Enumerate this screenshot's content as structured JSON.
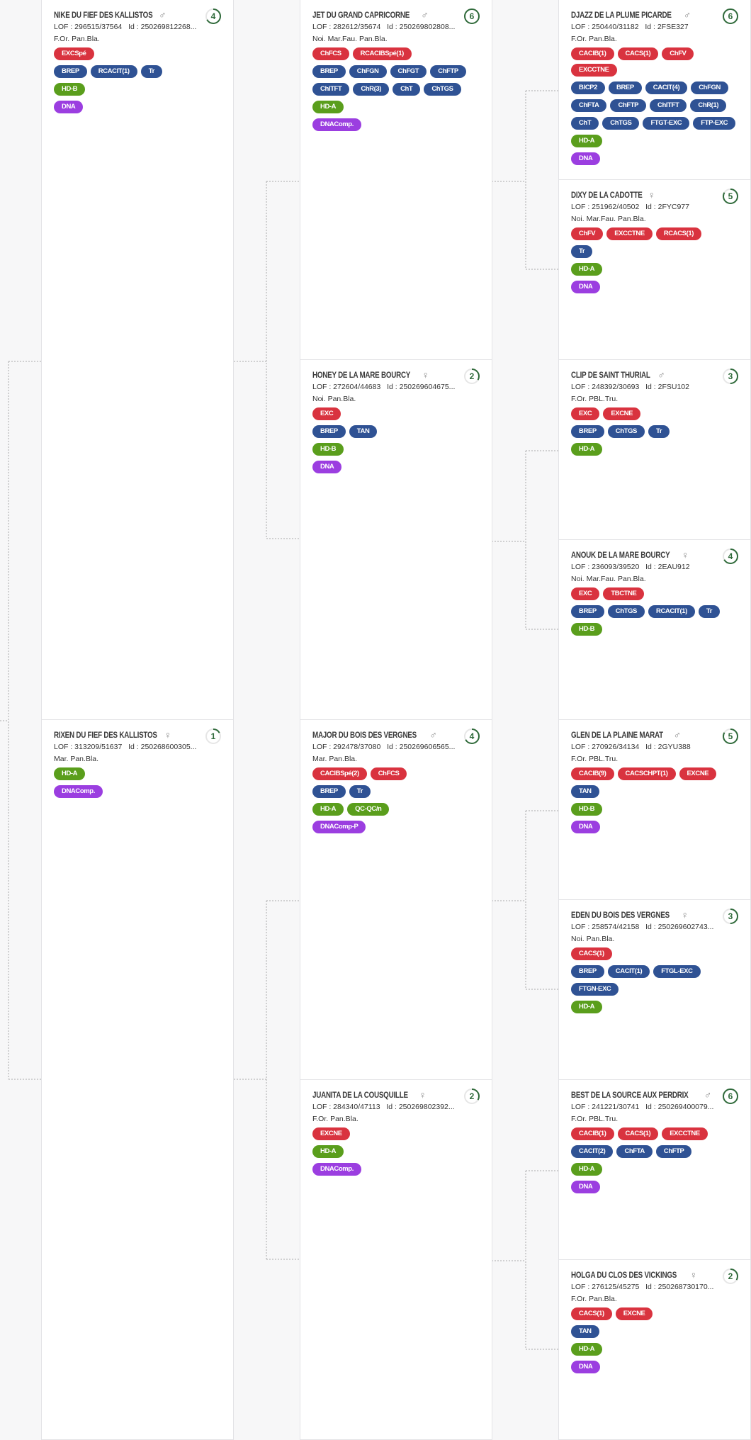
{
  "colors": {
    "red": "#d9333f",
    "blue": "#2f5294",
    "green": "#5a9e1c",
    "purple": "#9b3ee0",
    "ring": "#2f6a3a"
  },
  "generation1": [
    {
      "name": "NIKE DU FIEF DES KALLISTOS",
      "sex": "male",
      "sex_icon": "male-icon",
      "score": 4,
      "lof": "LOF : 296515/37564",
      "id": "Id : 250269812268...",
      "color": "F.Or. Pan.Bla.",
      "badge_rows": [
        [
          {
            "label": "EXCSpé",
            "color": "red"
          }
        ],
        [
          {
            "label": "BREP",
            "color": "blue"
          },
          {
            "label": "RCACIT(1)",
            "color": "blue"
          },
          {
            "label": "Tr",
            "color": "blue"
          }
        ],
        [
          {
            "label": "HD-B",
            "color": "green"
          }
        ],
        [
          {
            "label": "DNA",
            "color": "purple"
          }
        ]
      ]
    },
    {
      "name": "RIXEN DU FIEF DES KALLISTOS",
      "sex": "female",
      "sex_icon": "female-icon",
      "score": 1,
      "lof": "LOF : 313209/51637",
      "id": "Id : 250268600305...",
      "color": "Mar. Pan.Bla.",
      "badge_rows": [
        [
          {
            "label": "HD-A",
            "color": "green"
          }
        ],
        [
          {
            "label": "DNAComp.",
            "color": "purple"
          }
        ]
      ]
    }
  ],
  "generation2": [
    {
      "name": "JET DU GRAND CAPRICORNE",
      "sex": "male",
      "sex_icon": "male-icon",
      "score": 6,
      "lof": "LOF : 282612/35674",
      "id": "Id : 250269802808...",
      "color": "Noi. Mar.Fau. Pan.Bla.",
      "badge_rows": [
        [
          {
            "label": "ChFCS",
            "color": "red"
          },
          {
            "label": "RCACIBSpé(1)",
            "color": "red"
          }
        ],
        [
          {
            "label": "BREP",
            "color": "blue"
          },
          {
            "label": "ChFGN",
            "color": "blue"
          },
          {
            "label": "ChFGT",
            "color": "blue"
          },
          {
            "label": "ChFTP",
            "color": "blue"
          }
        ],
        [
          {
            "label": "ChITFT",
            "color": "blue"
          },
          {
            "label": "ChR(3)",
            "color": "blue"
          },
          {
            "label": "ChT",
            "color": "blue"
          },
          {
            "label": "ChTGS",
            "color": "blue"
          }
        ],
        [
          {
            "label": "HD-A",
            "color": "green"
          }
        ],
        [
          {
            "label": "DNAComp.",
            "color": "purple"
          }
        ]
      ]
    },
    {
      "name": "HONEY DE LA MARE BOURCY",
      "sex": "female",
      "sex_icon": "female-icon",
      "score": 2,
      "lof": "LOF : 272604/44683",
      "id": "Id : 250269604675...",
      "color": "Noi. Pan.Bla.",
      "badge_rows": [
        [
          {
            "label": "EXC",
            "color": "red"
          }
        ],
        [
          {
            "label": "BREP",
            "color": "blue"
          },
          {
            "label": "TAN",
            "color": "blue"
          }
        ],
        [
          {
            "label": "HD-B",
            "color": "green"
          }
        ],
        [
          {
            "label": "DNA",
            "color": "purple"
          }
        ]
      ]
    },
    {
      "name": "MAJOR DU BOIS DES VERGNES",
      "sex": "male",
      "sex_icon": "male-icon",
      "score": 4,
      "lof": "LOF : 292478/37080",
      "id": "Id : 250269606565...",
      "color": "Mar. Pan.Bla.",
      "badge_rows": [
        [
          {
            "label": "CACIBSpé(2)",
            "color": "red"
          },
          {
            "label": "ChFCS",
            "color": "red"
          }
        ],
        [
          {
            "label": "BREP",
            "color": "blue"
          },
          {
            "label": "Tr",
            "color": "blue"
          }
        ],
        [
          {
            "label": "HD-A",
            "color": "green"
          },
          {
            "label": "QC-QC/n",
            "color": "green"
          }
        ],
        [
          {
            "label": "DNAComp-P",
            "color": "purple"
          }
        ]
      ]
    },
    {
      "name": "JUANITA DE LA COUSQUILLE",
      "sex": "female",
      "sex_icon": "female-icon",
      "score": 2,
      "lof": "LOF : 284340/47113",
      "id": "Id : 250269802392...",
      "color": "F.Or. Pan.Bla.",
      "badge_rows": [
        [
          {
            "label": "EXCNE",
            "color": "red"
          }
        ],
        [
          {
            "label": "HD-A",
            "color": "green"
          }
        ],
        [
          {
            "label": "DNAComp.",
            "color": "purple"
          }
        ]
      ]
    }
  ],
  "generation3": [
    {
      "name": "DJAZZ DE LA PLUME PICARDE",
      "sex": "male",
      "sex_icon": "male-icon",
      "score": 6,
      "lof": "LOF : 250440/31182",
      "id": "Id : 2FSE327",
      "color": "F.Or. Pan.Bla.",
      "badge_rows": [
        [
          {
            "label": "CACIB(1)",
            "color": "red"
          },
          {
            "label": "CACS(1)",
            "color": "red"
          },
          {
            "label": "ChFV",
            "color": "red"
          },
          {
            "label": "EXCCTNE",
            "color": "red"
          }
        ],
        [
          {
            "label": "BICP2",
            "color": "blue"
          },
          {
            "label": "BREP",
            "color": "blue"
          },
          {
            "label": "CACIT(4)",
            "color": "blue"
          },
          {
            "label": "ChFGN",
            "color": "blue"
          }
        ],
        [
          {
            "label": "ChFTA",
            "color": "blue"
          },
          {
            "label": "ChFTP",
            "color": "blue"
          },
          {
            "label": "ChITFT",
            "color": "blue"
          },
          {
            "label": "ChR(1)",
            "color": "blue"
          }
        ],
        [
          {
            "label": "ChT",
            "color": "blue"
          },
          {
            "label": "ChTGS",
            "color": "blue"
          },
          {
            "label": "FTGT-EXC",
            "color": "blue"
          },
          {
            "label": "FTP-EXC",
            "color": "blue"
          }
        ],
        [
          {
            "label": "HD-A",
            "color": "green"
          }
        ],
        [
          {
            "label": "DNA",
            "color": "purple"
          }
        ]
      ]
    },
    {
      "name": "DIXY DE LA CADOTTE",
      "sex": "female",
      "sex_icon": "female-icon",
      "score": 5,
      "lof": "LOF : 251962/40502",
      "id": "Id : 2FYC977",
      "color": "Noi. Mar.Fau. Pan.Bla.",
      "badge_rows": [
        [
          {
            "label": "ChFV",
            "color": "red"
          },
          {
            "label": "EXCCTNE",
            "color": "red"
          },
          {
            "label": "RCACS(1)",
            "color": "red"
          }
        ],
        [
          {
            "label": "Tr",
            "color": "blue"
          }
        ],
        [
          {
            "label": "HD-A",
            "color": "green"
          }
        ],
        [
          {
            "label": "DNA",
            "color": "purple"
          }
        ]
      ]
    },
    {
      "name": "CLIP DE SAINT THURIAL",
      "sex": "male",
      "sex_icon": "male-icon",
      "score": 3,
      "lof": "LOF : 248392/30693",
      "id": "Id : 2FSU102",
      "color": "F.Or. PBL.Tru.",
      "badge_rows": [
        [
          {
            "label": "EXC",
            "color": "red"
          },
          {
            "label": "EXCNE",
            "color": "red"
          }
        ],
        [
          {
            "label": "BREP",
            "color": "blue"
          },
          {
            "label": "ChTGS",
            "color": "blue"
          },
          {
            "label": "Tr",
            "color": "blue"
          }
        ],
        [
          {
            "label": "HD-A",
            "color": "green"
          }
        ]
      ]
    },
    {
      "name": "ANOUK DE LA MARE BOURCY",
      "sex": "female",
      "sex_icon": "female-icon",
      "score": 4,
      "lof": "LOF : 236093/39520",
      "id": "Id : 2EAU912",
      "color": "Noi. Mar.Fau. Pan.Bla.",
      "badge_rows": [
        [
          {
            "label": "EXC",
            "color": "red"
          },
          {
            "label": "TBCTNE",
            "color": "red"
          }
        ],
        [
          {
            "label": "BREP",
            "color": "blue"
          },
          {
            "label": "ChTGS",
            "color": "blue"
          },
          {
            "label": "RCACIT(1)",
            "color": "blue"
          },
          {
            "label": "Tr",
            "color": "blue"
          }
        ],
        [
          {
            "label": "HD-B",
            "color": "green"
          }
        ]
      ]
    },
    {
      "name": "GLEN DE LA PLAINE MARAT",
      "sex": "male",
      "sex_icon": "male-icon",
      "score": 5,
      "lof": "LOF : 270926/34134",
      "id": "Id : 2GYU388",
      "color": "F.Or. PBL.Tru.",
      "badge_rows": [
        [
          {
            "label": "CACIB(9)",
            "color": "red"
          },
          {
            "label": "CACSCHPT(1)",
            "color": "red"
          },
          {
            "label": "EXCNE",
            "color": "red"
          }
        ],
        [
          {
            "label": "TAN",
            "color": "blue"
          }
        ],
        [
          {
            "label": "HD-B",
            "color": "green"
          }
        ],
        [
          {
            "label": "DNA",
            "color": "purple"
          }
        ]
      ]
    },
    {
      "name": "EDEN DU BOIS DES VERGNES",
      "sex": "female",
      "sex_icon": "female-icon",
      "score": 3,
      "lof": "LOF : 258574/42158",
      "id": "Id : 250269602743...",
      "color": "Noi. Pan.Bla.",
      "badge_rows": [
        [
          {
            "label": "CACS(1)",
            "color": "red"
          }
        ],
        [
          {
            "label": "BREP",
            "color": "blue"
          },
          {
            "label": "CACIT(1)",
            "color": "blue"
          },
          {
            "label": "FTGL-EXC",
            "color": "blue"
          }
        ],
        [
          {
            "label": "FTGN-EXC",
            "color": "blue"
          }
        ],
        [
          {
            "label": "HD-A",
            "color": "green"
          }
        ]
      ]
    },
    {
      "name": "BEST DE LA SOURCE AUX PERDRIX",
      "sex": "male",
      "sex_icon": "male-icon",
      "score": 6,
      "lof": "LOF : 241221/30741",
      "id": "Id : 250269400079...",
      "color": "F.Or. PBL.Tru.",
      "badge_rows": [
        [
          {
            "label": "CACIB(1)",
            "color": "red"
          },
          {
            "label": "CACS(1)",
            "color": "red"
          },
          {
            "label": "EXCCTNE",
            "color": "red"
          }
        ],
        [
          {
            "label": "CACIT(2)",
            "color": "blue"
          },
          {
            "label": "ChFTA",
            "color": "blue"
          },
          {
            "label": "ChFTP",
            "color": "blue"
          }
        ],
        [
          {
            "label": "HD-A",
            "color": "green"
          }
        ],
        [
          {
            "label": "DNA",
            "color": "purple"
          }
        ]
      ]
    },
    {
      "name": "HOLGA DU CLOS DES VICKINGS",
      "sex": "female",
      "sex_icon": "female-icon",
      "score": 2,
      "lof": "LOF : 276125/45275",
      "id": "Id : 250268730170...",
      "color": "F.Or. Pan.Bla.",
      "badge_rows": [
        [
          {
            "label": "CACS(1)",
            "color": "red"
          },
          {
            "label": "EXCNE",
            "color": "red"
          }
        ],
        [
          {
            "label": "TAN",
            "color": "blue"
          }
        ],
        [
          {
            "label": "HD-A",
            "color": "green"
          }
        ],
        [
          {
            "label": "DNA",
            "color": "purple"
          }
        ]
      ]
    }
  ]
}
